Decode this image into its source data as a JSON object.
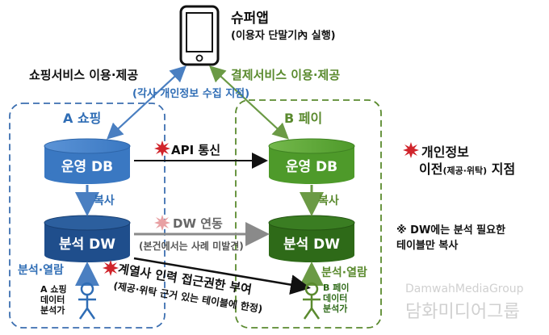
{
  "phone": {
    "title": "슈퍼앱",
    "subtitle": "(이용자 단말기內 실행)"
  },
  "edges": {
    "shopping_service": "쇼핑서비스 이용·제공",
    "payment_service": "결제서비스 이용·제공",
    "collection_note": "(각사 개인정보 수집 지점)",
    "api": "API 통신",
    "dw_link": "DW 연동",
    "dw_link_note": "(본건에서는 사례 미발견)",
    "copy_a": "복사",
    "copy_b": "복사",
    "analysis_a": "분석·열람",
    "analysis_b": "분석·열람",
    "affiliate_access": "계열사 인력 접근권한 부여",
    "affiliate_access_note": "(제공·위탁 근거 있는 테이블에 한정)"
  },
  "groups": {
    "a": {
      "label": "A 쇼핑",
      "color": "#2f6db5"
    },
    "b": {
      "label": "B 페이",
      "color": "#5a8a2e"
    }
  },
  "nodes": {
    "a_ops": "운영 DB",
    "a_dw": "분석 DW",
    "b_ops": "운영 DB",
    "b_dw": "분석 DW",
    "a_analyst": "A 쇼핑\n데이터\n분석가",
    "b_analyst": "B 페이\n데이터\n분석가"
  },
  "legend": {
    "transfer_line1": "개인정보",
    "transfer_line2_main": "이전",
    "transfer_line2_small": "(제공·위탁)",
    "transfer_line2_end": "지점",
    "dw_note": "※ DW에는 분석 필요한\n테이블만 복사"
  },
  "watermark": {
    "latin": "DamwahMediaGroup",
    "korean": "담화미디어그룹"
  },
  "colors": {
    "blue_light": "#3a78c2",
    "blue_dark": "#1f4e8c",
    "green_light": "#4e9a2a",
    "green_dark": "#2e6a18",
    "burst": "#d0242b"
  }
}
